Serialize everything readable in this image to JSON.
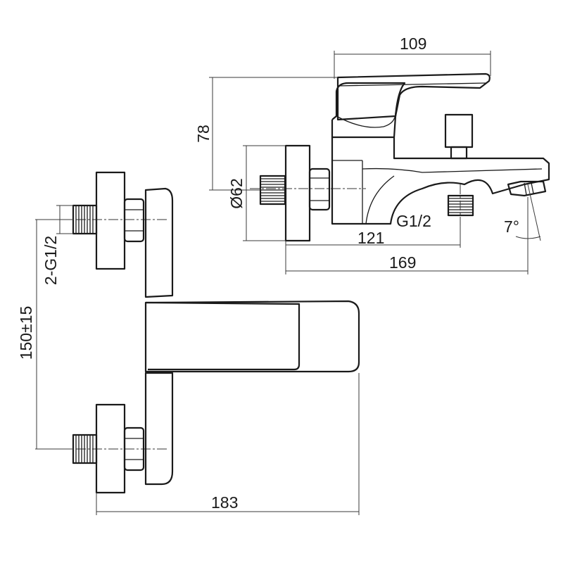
{
  "dimensions": {
    "width_top": "109",
    "height": "78",
    "diameter": "Ø62",
    "outlet_thread": "G1/2",
    "spout_reach": "121",
    "total_depth": "169",
    "angle": "7°",
    "inlet_thread": "2-G1/2",
    "inlet_spacing": "150±15",
    "total_width": "183"
  }
}
